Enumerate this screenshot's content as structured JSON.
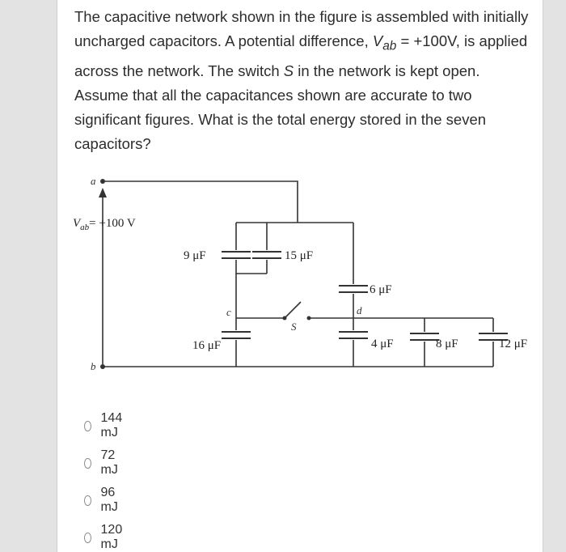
{
  "question": {
    "text_part1": "The capacitive network shown in the figure is assembled with initially uncharged capacitors. A potential difference, ",
    "var_main": "V",
    "var_sub": "ab",
    "text_part2": " = +100V, is applied across the network. The switch ",
    "switch_var": "S",
    "text_part3": " in the network is kept open. Assume that all the capacitances shown are accurate to two significant figures. What is the total energy stored in the seven capacitors?"
  },
  "circuit": {
    "node_a": "a",
    "node_b": "b",
    "node_c": "c",
    "node_d": "d",
    "switch_label": "S",
    "voltage_label_main": "V",
    "voltage_label_sub": "ab",
    "voltage_label_value": "= +100 V",
    "capacitors": {
      "c9": "9 μF",
      "c15": "15 μF",
      "c6": "6 μF",
      "c16": "16 μF",
      "c4": "4 μF",
      "c8": "8 μF",
      "c12": "12 μF"
    }
  },
  "options": [
    {
      "label": "144 mJ"
    },
    {
      "label": "72 mJ"
    },
    {
      "label": "96 mJ"
    },
    {
      "label": "120 mJ"
    }
  ]
}
